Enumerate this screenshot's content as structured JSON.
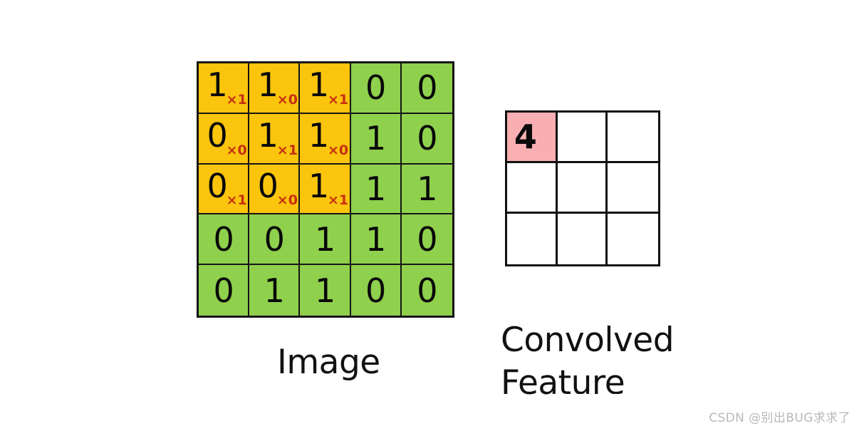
{
  "figure": {
    "background_color": "#ffffff",
    "kernel_cell_color": "#FBC40D",
    "plain_cell_color": "#8FD04D",
    "highlight_cell_color": "#F9AFB2",
    "grid_line_color": "#151515",
    "subscript_color": "#C62F10"
  },
  "image_matrix": {
    "caption": "Image",
    "rows": 5,
    "cols": 5,
    "cells": [
      [
        {
          "value": "1",
          "sub": "×1",
          "kernel": true
        },
        {
          "value": "1",
          "sub": "×0",
          "kernel": true
        },
        {
          "value": "1",
          "sub": "×1",
          "kernel": true
        },
        {
          "value": "0",
          "sub": "",
          "kernel": false
        },
        {
          "value": "0",
          "sub": "",
          "kernel": false
        }
      ],
      [
        {
          "value": "0",
          "sub": "×0",
          "kernel": true
        },
        {
          "value": "1",
          "sub": "×1",
          "kernel": true
        },
        {
          "value": "1",
          "sub": "×0",
          "kernel": true
        },
        {
          "value": "1",
          "sub": "",
          "kernel": false
        },
        {
          "value": "0",
          "sub": "",
          "kernel": false
        }
      ],
      [
        {
          "value": "0",
          "sub": "×1",
          "kernel": true
        },
        {
          "value": "0",
          "sub": "×0",
          "kernel": true
        },
        {
          "value": "1",
          "sub": "×1",
          "kernel": true
        },
        {
          "value": "1",
          "sub": "",
          "kernel": false
        },
        {
          "value": "1",
          "sub": "",
          "kernel": false
        }
      ],
      [
        {
          "value": "0",
          "sub": "",
          "kernel": false
        },
        {
          "value": "0",
          "sub": "",
          "kernel": false
        },
        {
          "value": "1",
          "sub": "",
          "kernel": false
        },
        {
          "value": "1",
          "sub": "",
          "kernel": false
        },
        {
          "value": "0",
          "sub": "",
          "kernel": false
        }
      ],
      [
        {
          "value": "0",
          "sub": "",
          "kernel": false
        },
        {
          "value": "1",
          "sub": "",
          "kernel": false
        },
        {
          "value": "1",
          "sub": "",
          "kernel": false
        },
        {
          "value": "0",
          "sub": "",
          "kernel": false
        },
        {
          "value": "0",
          "sub": "",
          "kernel": false
        }
      ]
    ]
  },
  "feature_matrix": {
    "caption_line1": "Convolved",
    "caption_line2": "Feature",
    "rows": 3,
    "cols": 3,
    "cells": [
      [
        {
          "value": "4",
          "highlight": true
        },
        {
          "value": "",
          "highlight": false
        },
        {
          "value": "",
          "highlight": false
        }
      ],
      [
        {
          "value": "",
          "highlight": false
        },
        {
          "value": "",
          "highlight": false
        },
        {
          "value": "",
          "highlight": false
        }
      ],
      [
        {
          "value": "",
          "highlight": false
        },
        {
          "value": "",
          "highlight": false
        },
        {
          "value": "",
          "highlight": false
        }
      ]
    ]
  },
  "watermark": {
    "text": "CSDN @别出BUG求求了"
  }
}
